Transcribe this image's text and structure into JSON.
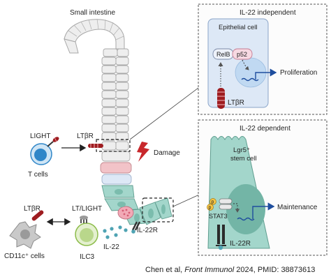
{
  "labels": {
    "small_intestine": "Small intestine",
    "light": "LIGHT",
    "ltbr_tcell": "LTβR",
    "t_cells": "T cells",
    "damage": "Damage",
    "ltbr_dc": "LTβR",
    "cd11c_cells": "CD11c⁺ cells",
    "lt_light": "LT/LIGHT",
    "ilc3": "ILC3",
    "il22": "IL-22",
    "il22r_main": "IL-22R"
  },
  "panel_independent": {
    "title": "IL-22 independent",
    "cell_label": "Epithelial cell",
    "relb": "RelB",
    "p52": "p52",
    "output": "Proliferation",
    "receptor": "LTβR"
  },
  "panel_dependent": {
    "title": "IL-22 dependent",
    "stem_line1": "Lgr5⁺",
    "stem_line2": "stem cell",
    "p_label": "p",
    "stat3": "STAT3",
    "output": "Maintenance",
    "receptor": "IL-22R"
  },
  "citation": {
    "prefix": "Chen et al, ",
    "journal": "Front Immunol",
    "suffix": " 2024, PMID: 38873613"
  },
  "colors": {
    "villus_cell": "#eeeeee",
    "villus_outline": "#a8a8a8",
    "stem_teal": "#a3d6cb",
    "pink_cell": "#f2c3c8",
    "light_blue_cell": "#dde8f6",
    "receptor_red": "#9e1c20",
    "damage_red": "#c8282c",
    "tcell_blue": "#2f86c8",
    "ilc3_green": "#b9d78b",
    "arrow_blue": "#1f4e9e",
    "stat3_yellow": "#f5c443"
  }
}
